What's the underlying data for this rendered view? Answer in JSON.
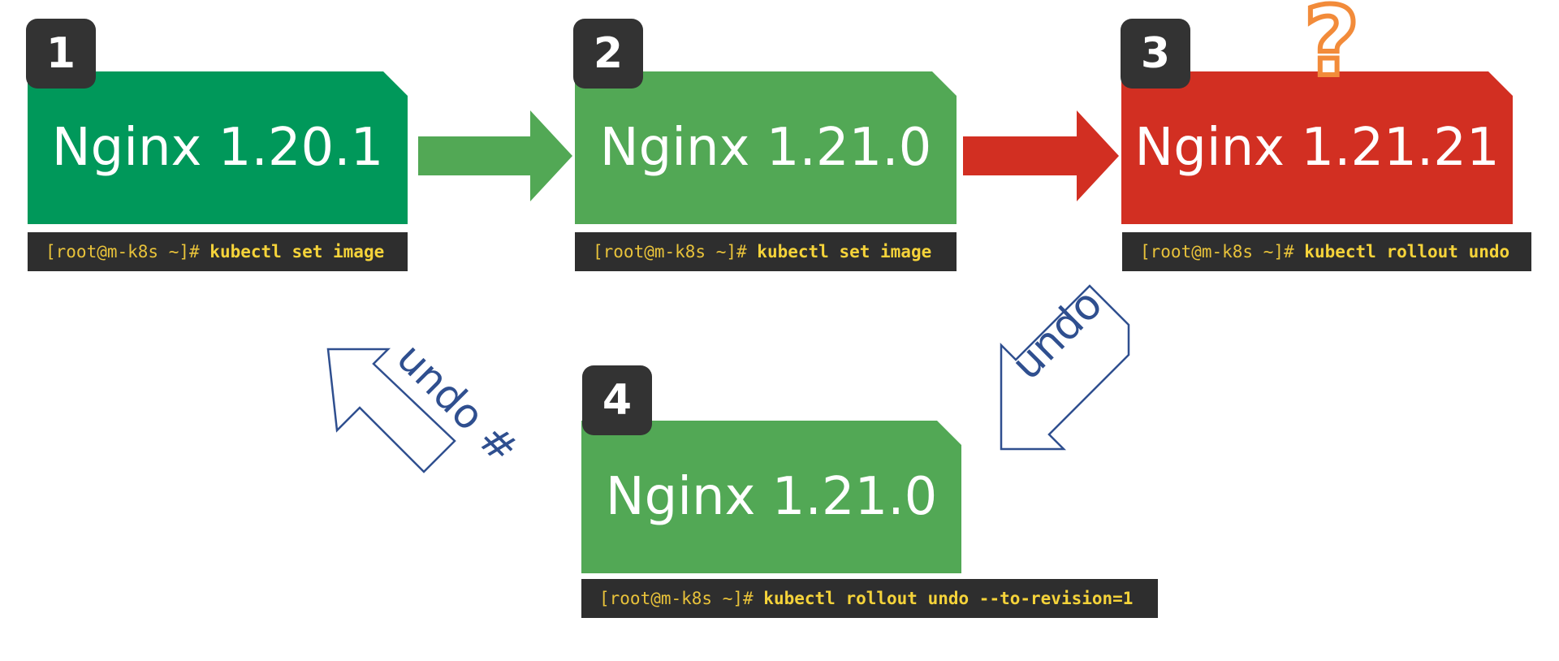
{
  "steps": [
    {
      "number": "1",
      "title": "Nginx 1.20.1",
      "prompt": "[root@m-k8s ~]# ",
      "command": "kubectl set image",
      "color": "#00985a"
    },
    {
      "number": "2",
      "title": "Nginx 1.21.0",
      "prompt": "[root@m-k8s ~]# ",
      "command": "kubectl set image",
      "color": "#52a855"
    },
    {
      "number": "3",
      "title": "Nginx 1.21.21",
      "prompt": "[root@m-k8s ~]# ",
      "command": "kubectl rollout undo",
      "color": "#d22f22"
    },
    {
      "number": "4",
      "title": "Nginx 1.21.0",
      "prompt": "[root@m-k8s ~]# ",
      "command": "kubectl rollout undo --to-revision=1",
      "color": "#52a855"
    }
  ],
  "arrows": {
    "step1_to_2_color": "#52a855",
    "step2_to_3_color": "#d22f22",
    "undo_label": "undo",
    "undo_revision_label": "undo #",
    "outline_color": "#2f4f8f"
  },
  "question_mark": {
    "text": "?",
    "color": "#f28b3a"
  },
  "colors": {
    "badge": "#333333",
    "terminal_bg": "#2e2e2e",
    "terminal_text": "#f5d33a"
  }
}
